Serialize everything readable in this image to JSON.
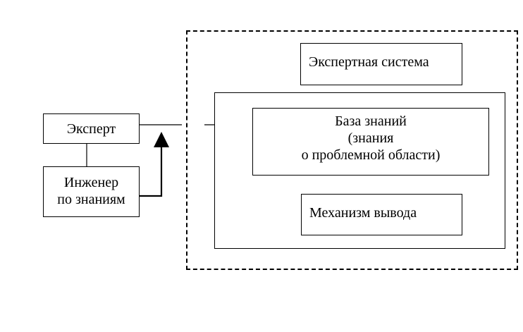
{
  "diagram": {
    "expert": "Эксперт",
    "engineer": [
      "Инженер",
      "по знаниям"
    ],
    "expert_system": "Экспертная система",
    "knowledge_base": [
      "База знаний",
      "(знания",
      "о проблемной области)"
    ],
    "inference_engine": "Механизм вывода"
  }
}
